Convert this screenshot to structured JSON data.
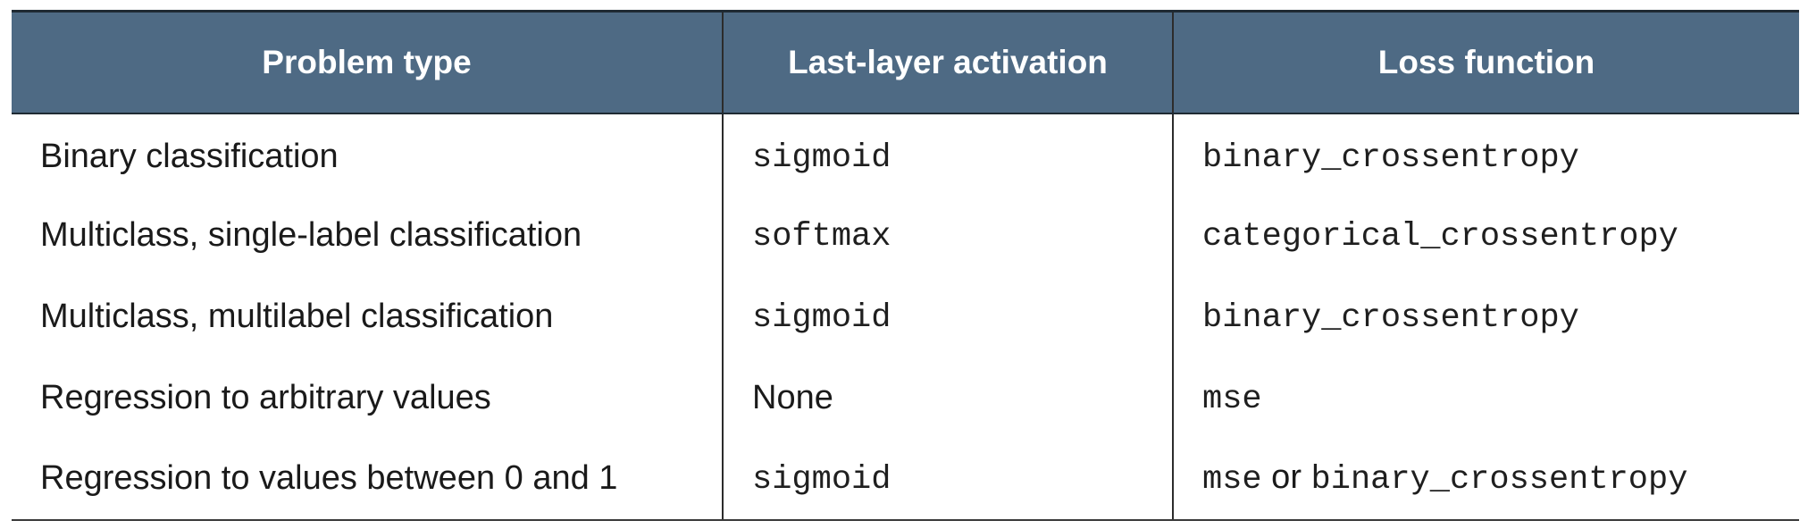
{
  "table": {
    "headers": [
      "Problem type",
      "Last-layer activation",
      "Loss function"
    ],
    "rows": [
      {
        "problem_type": "Binary classification",
        "activation": "sigmoid",
        "activation_is_code": true,
        "loss": [
          {
            "text": "binary_crossentropy",
            "code": true
          }
        ]
      },
      {
        "problem_type": "Multiclass, single-label classification",
        "activation": "softmax",
        "activation_is_code": true,
        "loss": [
          {
            "text": "categorical_crossentropy",
            "code": true
          }
        ]
      },
      {
        "problem_type": "Multiclass, multilabel classification",
        "activation": "sigmoid",
        "activation_is_code": true,
        "loss": [
          {
            "text": "binary_crossentropy",
            "code": true
          }
        ]
      },
      {
        "problem_type": "Regression to arbitrary values",
        "activation": "None",
        "activation_is_code": false,
        "loss": [
          {
            "text": "mse",
            "code": true
          }
        ]
      },
      {
        "problem_type": "Regression to values between 0 and 1",
        "activation": "sigmoid",
        "activation_is_code": true,
        "loss": [
          {
            "text": "mse",
            "code": true
          },
          {
            "text": " or ",
            "code": false
          },
          {
            "text": "binary_crossentropy",
            "code": true
          }
        ]
      }
    ]
  },
  "colors": {
    "header_background": "#4e6a84",
    "header_text": "#ffffff",
    "body_text": "#1a1a1a"
  }
}
